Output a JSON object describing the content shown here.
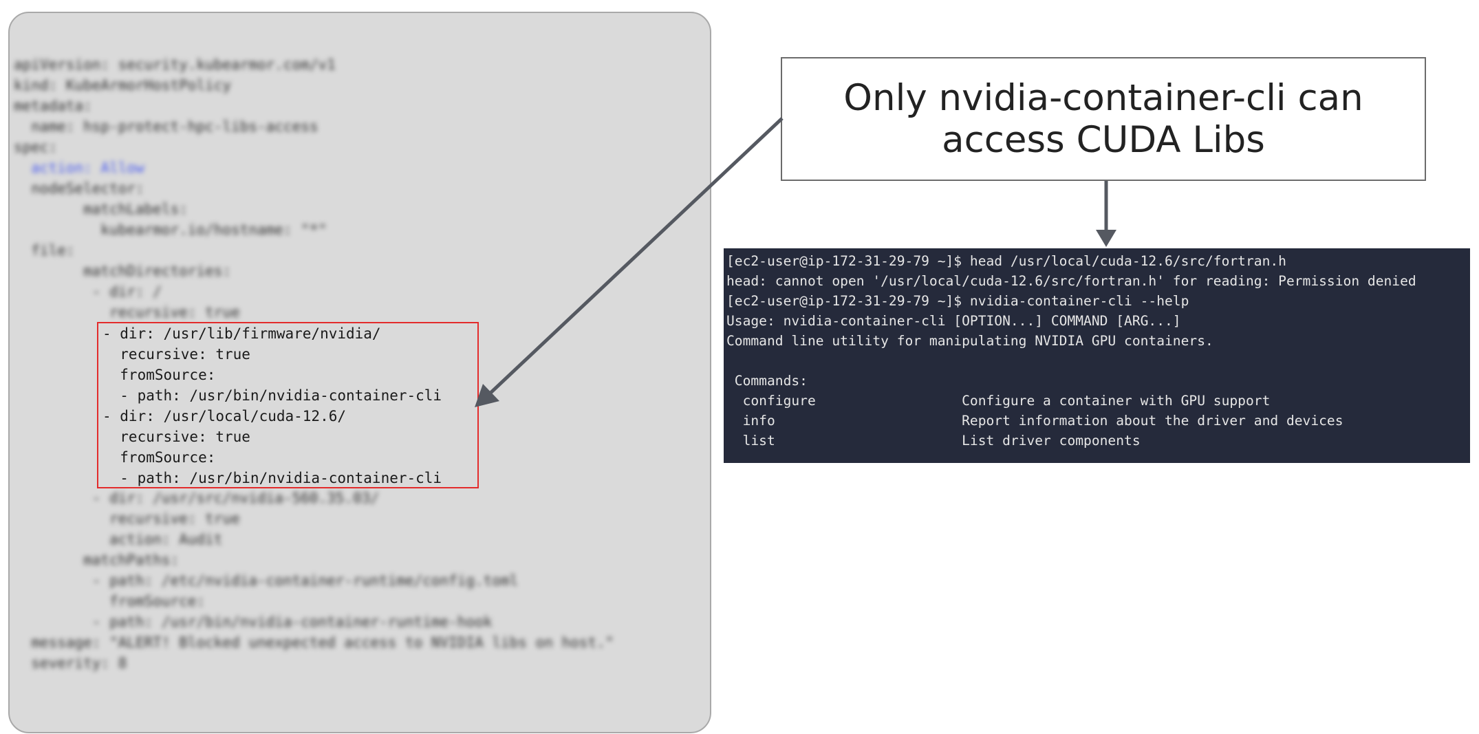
{
  "colors": {
    "panel_bg": "#dadada",
    "highlight_border": "#e32b2b",
    "arrow": "#555961",
    "terminal_bg": "#252a3b",
    "terminal_text": "#e6e6e6"
  },
  "policy_yaml": {
    "blurred_lines": [
      {
        "text": "apiVersion: security.kubearmor.com/v1",
        "indent": 0
      },
      {
        "text": "kind: KubeArmorHostPolicy",
        "indent": 0
      },
      {
        "text": "metadata:",
        "indent": 0
      },
      {
        "text": "  name: hsp-protect-hpc-libs-access",
        "indent": 0
      },
      {
        "text": "spec:",
        "indent": 0
      },
      {
        "text": "  action: Allow",
        "indent": 0
      },
      {
        "text": "  nodeSelector:",
        "indent": 0
      },
      {
        "text": "        matchLabels:",
        "indent": 0
      },
      {
        "text": "          kubearmor.io/hostname: \"*\"",
        "indent": 0
      },
      {
        "text": "  file:",
        "indent": 0
      },
      {
        "text": "        matchDirectories:",
        "indent": 0
      },
      {
        "text": "         - dir: /",
        "indent": 0
      },
      {
        "text": "           recursive: true",
        "indent": 0
      }
    ],
    "highlighted_lines": [
      "- dir: /usr/lib/firmware/nvidia/",
      "  recursive: true",
      "  fromSource:",
      "  - path: /usr/bin/nvidia-container-cli",
      "- dir: /usr/local/cuda-12.6/",
      "  recursive: true",
      "  fromSource:",
      "  - path: /usr/bin/nvidia-container-cli"
    ],
    "blurred_lines_after": [
      "         - dir: /usr/src/nvidia-560.35.03/",
      "           recursive: true",
      "           action: Audit",
      "        matchPaths:",
      "         - path: /etc/nvidia-container-runtime/config.toml",
      "           fromSource:",
      "         - path: /usr/bin/nvidia-container-runtime-hook",
      "  message: \"ALERT! Blocked unexpected access to NVIDIA libs on host.\"",
      "  severity: 8"
    ]
  },
  "callout": {
    "line1": "Only nvidia-container-cli can",
    "line2": "access CUDA Libs"
  },
  "terminal": {
    "lines": [
      "[ec2-user@ip-172-31-29-79 ~]$ head /usr/local/cuda-12.6/src/fortran.h",
      "head: cannot open '/usr/local/cuda-12.6/src/fortran.h' for reading: Permission denied",
      "[ec2-user@ip-172-31-29-79 ~]$ nvidia-container-cli --help",
      "Usage: nvidia-container-cli [OPTION...] COMMAND [ARG...]",
      "Command line utility for manipulating NVIDIA GPU containers.",
      "",
      " Commands:",
      "  configure                  Configure a container with GPU support",
      "  info                       Report information about the driver and devices",
      "  list                       List driver components"
    ]
  }
}
